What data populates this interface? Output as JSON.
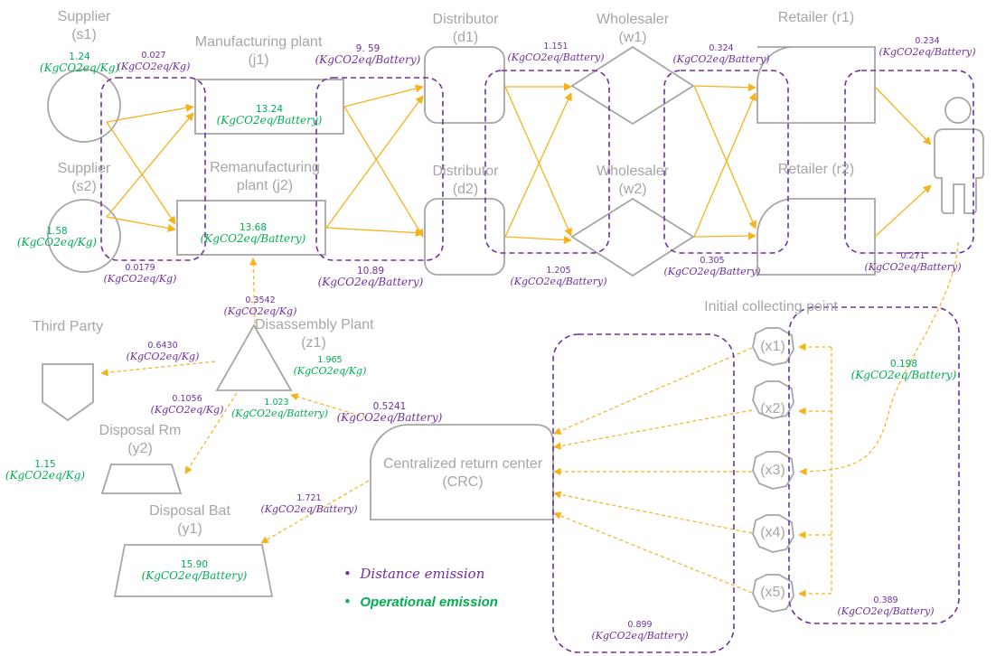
{
  "nodes": {
    "s1": {
      "name": "Supplier",
      "id": "(s1)"
    },
    "s2": {
      "name": "Supplier",
      "id": "(s2)"
    },
    "j1": {
      "name": "Manufacturing plant",
      "id": "(j1)"
    },
    "j2": {
      "name": "Remanufacturing",
      "id": "plant (j2)"
    },
    "d1": {
      "name": "Distributor",
      "id": "(d1)"
    },
    "d2": {
      "name": "Distributor",
      "id": "(d2)"
    },
    "w1": {
      "name": "Wholesaler",
      "id": "(w1)"
    },
    "w2": {
      "name": "Wholesaler",
      "id": "(w2)"
    },
    "r1": {
      "name": "Retailer (r1)"
    },
    "r2": {
      "name": "Retailer (r2)"
    },
    "third_party": {
      "name": "Third Party"
    },
    "z1": {
      "name": "Disassembly Plant",
      "id": "(z1)"
    },
    "y2": {
      "name": "Disposal Rm",
      "id": "(y2)"
    },
    "y1": {
      "name": "Disposal Bat",
      "id": "(y1)"
    },
    "crc": {
      "name": "Centralized return center",
      "id": "(CRC)"
    },
    "collect": {
      "name": "Initial collecting point"
    },
    "x": [
      "(x1)",
      "(x2)",
      "(x3)",
      "(x4)",
      "(x5)"
    ]
  },
  "emissions": {
    "op_s1": {
      "value": "1.24",
      "unit": "(KgCO2eq/Kg)"
    },
    "op_s2": {
      "value": "1.58",
      "unit": "(KgCO2eq/Kg)"
    },
    "op_j1": {
      "value": "13.24",
      "unit": "(KgCO2eq/Battery)"
    },
    "op_j2": {
      "value": "13.68",
      "unit": "(KgCO2eq/Battery)"
    },
    "d_s_j_top": {
      "value": "0.027",
      "unit": "(KgCO2eq/Kg)"
    },
    "d_s_j_bot": {
      "value": "0.0179",
      "unit": "(KgCO2eq/Kg)"
    },
    "d_j_d_top": {
      "value": "9. 59",
      "unit": "(KgCO2eq/Battery)"
    },
    "d_j_d_bot": {
      "value": "10.89",
      "unit": "(KgCO2eq/Battery)"
    },
    "d_d_w_top": {
      "value": "1.151",
      "unit": "(KgCO2eq/Battery)"
    },
    "d_d_w_bot": {
      "value": "1.205",
      "unit": "(KgCO2eq/Battery)"
    },
    "d_w_r_top": {
      "value": "0.324",
      "unit": "(KgCO2eq/Battery)"
    },
    "d_w_r_bot": {
      "value": "0.305",
      "unit": "(KgCO2eq/Battery)"
    },
    "d_r_c_top": {
      "value": "0.234",
      "unit": "(KgCO2eq/Battery)"
    },
    "d_r_c_bot": {
      "value": "0.271",
      "unit": "(KgCO2eq/Battery)"
    },
    "d_z_j2": {
      "value": "0.3542",
      "unit": "(KgCO2eq/Kg)"
    },
    "d_z_tp": {
      "value": "0.6430",
      "unit": "(KgCO2eq/Kg)"
    },
    "op_z_kg": {
      "value": "1.965",
      "unit": "(KgCO2eq/Kg)"
    },
    "d_z_y2": {
      "value": "0.1056",
      "unit": "(KgCO2eq/Kg)"
    },
    "op_z_bat": {
      "value": "1.023",
      "unit": "(KgCO2eq/Battery)"
    },
    "d_crc_z": {
      "value": "0.5241",
      "unit": "(KgCO2eq/Battery)"
    },
    "op_y2": {
      "value": "1.15",
      "unit": "(KgCO2eq/Kg)"
    },
    "d_crc_y1": {
      "value": "1.721",
      "unit": "(KgCO2eq/Battery)"
    },
    "op_y1": {
      "value": "15.90",
      "unit": "(KgCO2eq/Battery)"
    },
    "op_collect": {
      "value": "0.198",
      "unit": "(KgCO2eq/Battery)"
    },
    "d_collect": {
      "value": "0.389",
      "unit": "(KgCO2eq/Battery)"
    },
    "d_x_crc": {
      "value": "0.899",
      "unit": "(KgCO2eq/Battery)"
    }
  },
  "legend": {
    "distance": "Distance emission",
    "operational": "Operational emission"
  },
  "colors": {
    "node_stroke": "#a6a6a6",
    "arrow": "#f5b21b",
    "distance": "#7030a0",
    "operational": "#00b050"
  }
}
